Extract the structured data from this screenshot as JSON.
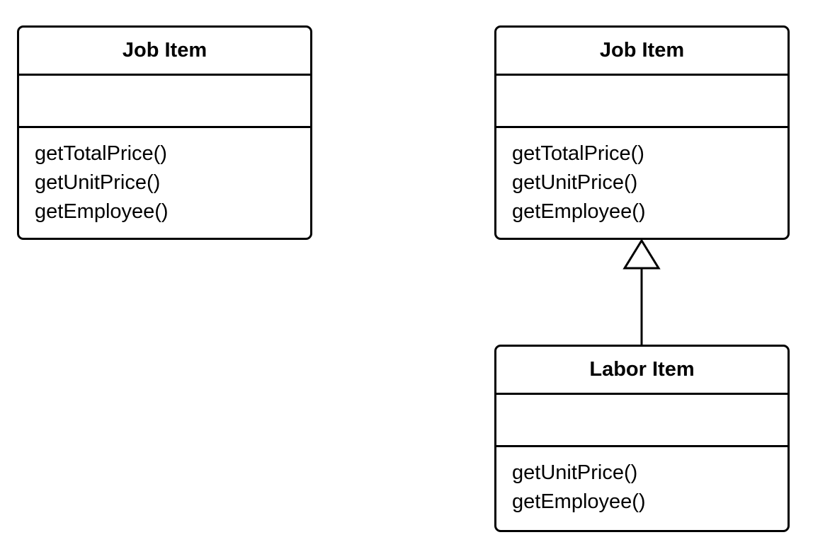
{
  "diagram": {
    "classes": [
      {
        "name": "Job Item",
        "methods": [
          "getTotalPrice()",
          "getUnitPrice()",
          "getEmployee()"
        ]
      },
      {
        "name": "Job Item",
        "methods": [
          "getTotalPrice()",
          "getUnitPrice()",
          "getEmployee()"
        ]
      },
      {
        "name": "Labor Item",
        "methods": [
          "getUnitPrice()",
          "getEmployee()"
        ]
      }
    ],
    "relationships": [
      {
        "type": "generalization",
        "from": "Labor Item",
        "to": "Job Item"
      }
    ]
  }
}
